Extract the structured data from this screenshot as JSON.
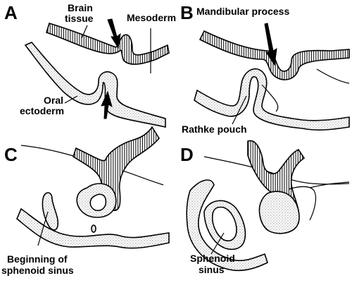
{
  "panels": {
    "a": {
      "letter": "A",
      "labels": {
        "brain_tissue_1": "Brain",
        "brain_tissue_2": "tissue",
        "mesoderm": "Mesoderm",
        "oral_ectoderm_1": "Oral",
        "oral_ectoderm_2": "ectoderm"
      }
    },
    "b": {
      "letter": "B",
      "labels": {
        "mandibular_process": "Mandibular process",
        "rathke_pouch": "Rathke pouch"
      }
    },
    "c": {
      "letter": "C",
      "labels": {
        "beginning_1": "Beginning of",
        "beginning_2": "sphenoid sinus"
      }
    },
    "d": {
      "letter": "D",
      "labels": {
        "sphenoid_1": "Sphenoid",
        "sphenoid_2": "sinus"
      }
    }
  }
}
